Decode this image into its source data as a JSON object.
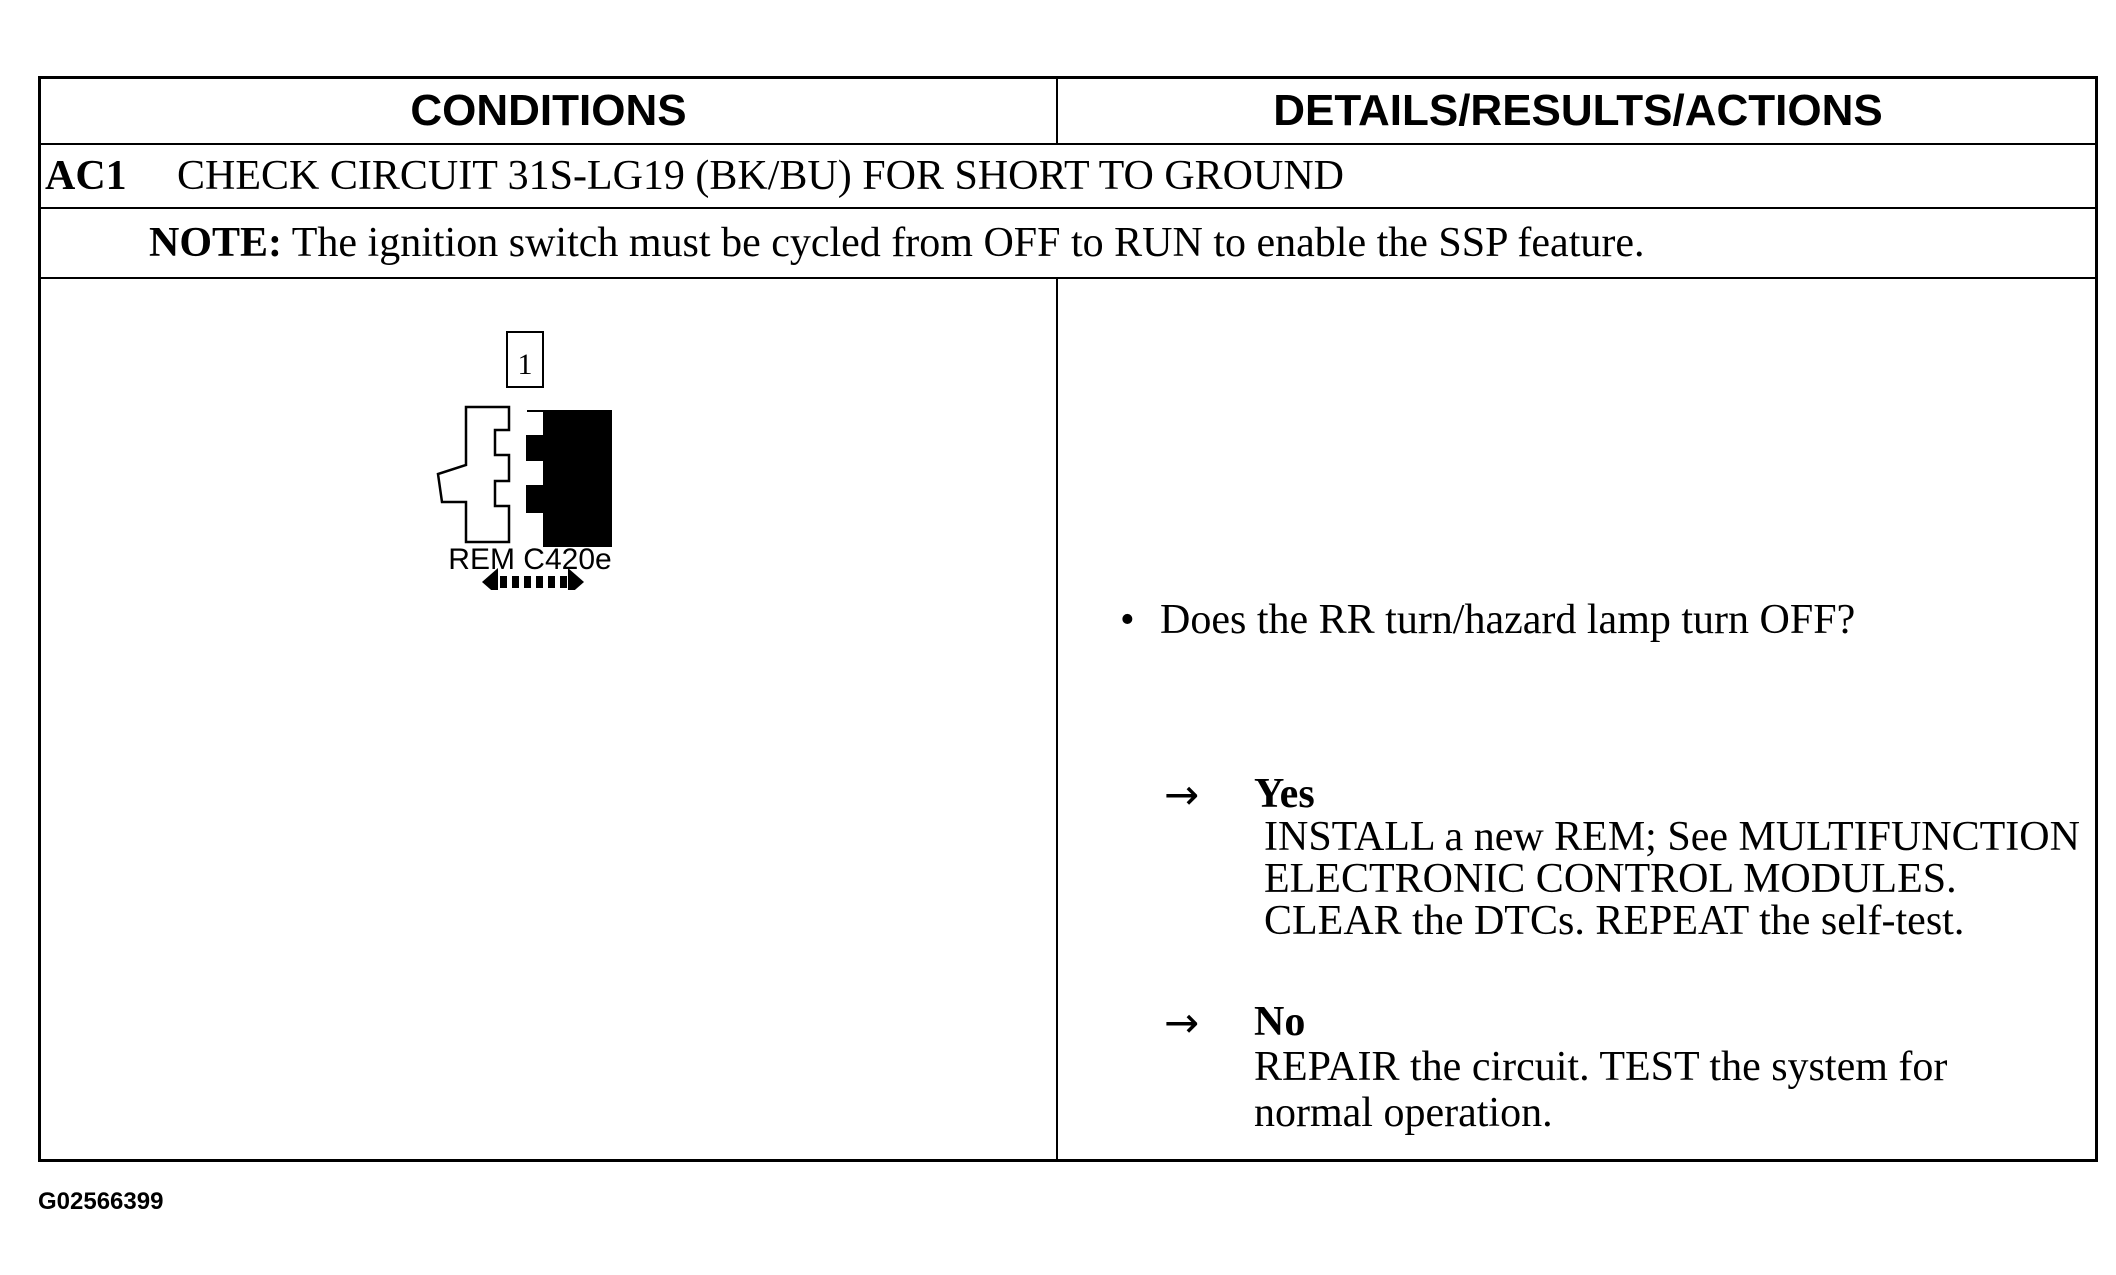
{
  "table": {
    "header": {
      "conditions": "CONDITIONS",
      "details": "DETAILS/RESULTS/ACTIONS"
    },
    "step": {
      "id": "AC1",
      "title": "CHECK CIRCUIT 31S-LG19 (BK/BU) FOR SHORT TO GROUND"
    },
    "note": {
      "label": "NOTE:",
      "text": " The ignition switch must be cycled from OFF to RUN to enable the SSP feature."
    },
    "diagram": {
      "step_number": "1",
      "connector_label": "REM C420e"
    },
    "question": {
      "bullet": "•",
      "text": "Does the RR turn/hazard lamp turn OFF?"
    },
    "answers": [
      {
        "arrow": "→",
        "title": "Yes",
        "lines": [
          "INSTALL a new REM; See MULTIFUNCTION",
          "ELECTRONIC CONTROL MODULES.",
          "CLEAR the DTCs. REPEAT the self-test."
        ]
      },
      {
        "arrow": "→",
        "title": "No",
        "lines": [
          "REPAIR the circuit. TEST the system for",
          "normal operation."
        ]
      }
    ]
  },
  "footer": {
    "code": "G02566399"
  }
}
